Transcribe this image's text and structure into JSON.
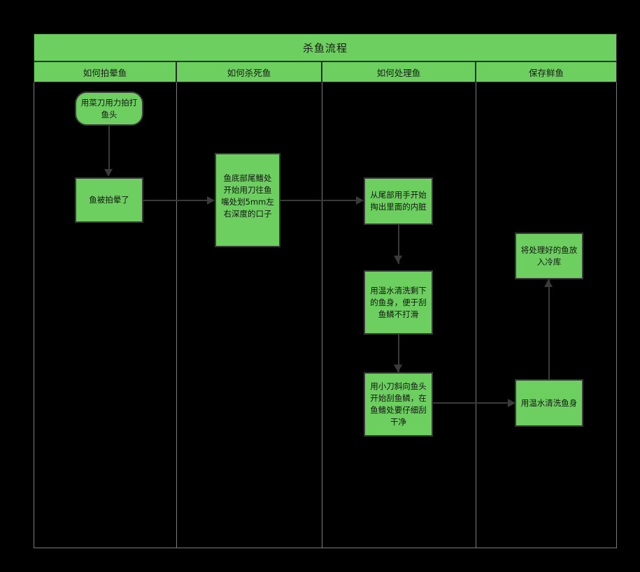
{
  "diagram": {
    "title": "杀鱼流程",
    "lanes": [
      {
        "label": "如何拍晕鱼"
      },
      {
        "label": "如何杀死鱼"
      },
      {
        "label": "如何处理鱼"
      },
      {
        "label": "保存鲜鱼"
      }
    ],
    "nodes": [
      {
        "id": "n1",
        "lane": 0,
        "shape": "rounded",
        "text": "用菜刀用力拍打鱼头"
      },
      {
        "id": "n2",
        "lane": 0,
        "shape": "rect",
        "text": "鱼被拍晕了"
      },
      {
        "id": "n3",
        "lane": 1,
        "shape": "rect",
        "text": "鱼底部尾鳍处开始用刀往鱼嘴处划5mm左右深度的口子"
      },
      {
        "id": "n4",
        "lane": 2,
        "shape": "rect",
        "text": "从尾部用手开始掏出里面的内脏"
      },
      {
        "id": "n5",
        "lane": 2,
        "shape": "rect",
        "text": "用温水清洗剩下的鱼身，便于刮鱼鳞不打滑"
      },
      {
        "id": "n6",
        "lane": 2,
        "shape": "rect",
        "text": "用小刀斜向鱼头开始刮鱼鳞，在鱼鳍处要仔细刮干净"
      },
      {
        "id": "n7",
        "lane": 3,
        "shape": "rect",
        "text": "用温水清洗鱼身"
      },
      {
        "id": "n8",
        "lane": 3,
        "shape": "rect",
        "text": "将处理好的鱼放入冷库"
      }
    ],
    "colors": {
      "fill": "#6ccf60",
      "node_border": "#3a3a3a",
      "lane_border": "#7a7a7a",
      "background": "#000000",
      "text": "#161616"
    }
  }
}
